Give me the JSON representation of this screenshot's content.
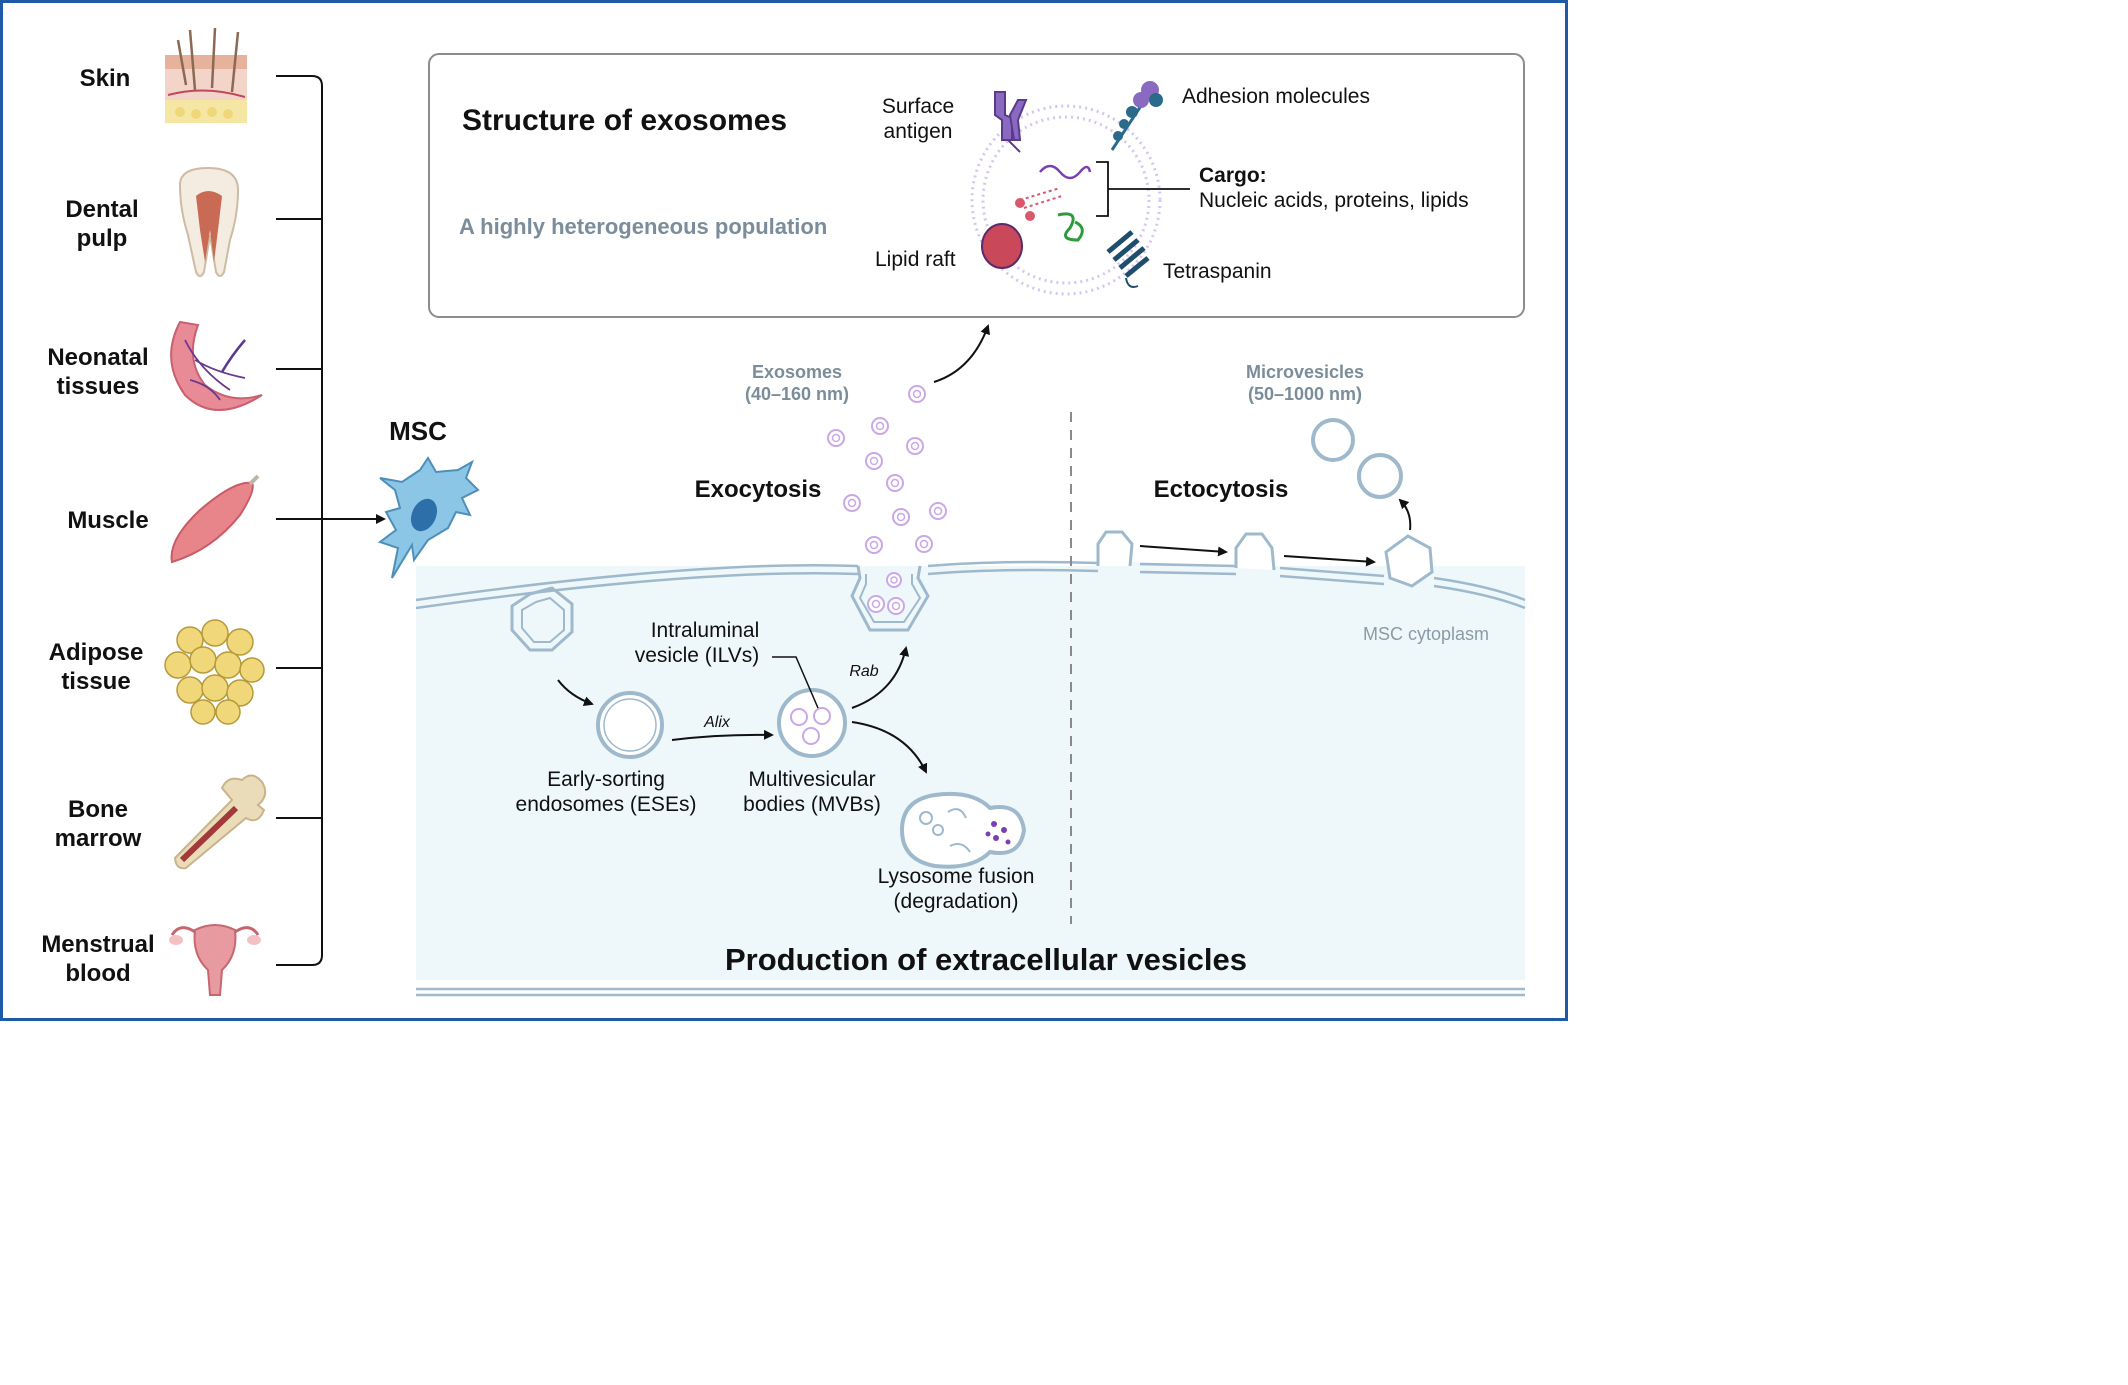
{
  "sources": {
    "skin": [
      "Skin"
    ],
    "dental_pulp": [
      "Dental",
      "pulp"
    ],
    "neonatal": [
      "Neonatal",
      "tissues"
    ],
    "muscle": [
      "Muscle"
    ],
    "adipose": [
      "Adipose",
      "tissue"
    ],
    "bone_marrow": [
      "Bone",
      "marrow"
    ],
    "menstrual": [
      "Menstrual",
      "blood"
    ]
  },
  "msc_label": "MSC",
  "structure": {
    "title": "Structure of exosomes",
    "subtitle": "A highly heterogeneous population",
    "surface_antigen": [
      "Surface",
      "antigen"
    ],
    "adhesion": "Adhesion molecules",
    "cargo_title": "Cargo:",
    "cargo_items": "Nucleic acids, proteins, lipids",
    "lipid_raft": "Lipid raft",
    "tetraspanin": "Tetraspanin"
  },
  "exosomes_size": [
    "Exosomes",
    "(40–160 nm)"
  ],
  "microvesicles_size": [
    "Microvesicles",
    "(50–1000 nm)"
  ],
  "exocytosis": "Exocytosis",
  "ectocytosis": "Ectocytosis",
  "cytoplasm": "MSC cytoplasm",
  "ilv": [
    "Intraluminal",
    "vesicle (ILVs)"
  ],
  "rab": "Rab",
  "alix": "Alix",
  "ese": [
    "Early-sorting",
    "endosomes (ESEs)"
  ],
  "mvb": [
    "Multivesicular",
    "bodies (MVBs)"
  ],
  "lysosome": [
    "Lysosome fusion",
    "(degradation)"
  ],
  "bottom_title": "Production of extracellular vesicles",
  "colors": {
    "frame": "#1f5aa6",
    "membrane": "#9fb9cc",
    "cytoplasm": "#eef8fa",
    "vesicle": "#c9a8e8",
    "muted": "#7b8d9a",
    "cell": "#8cc6e6"
  }
}
